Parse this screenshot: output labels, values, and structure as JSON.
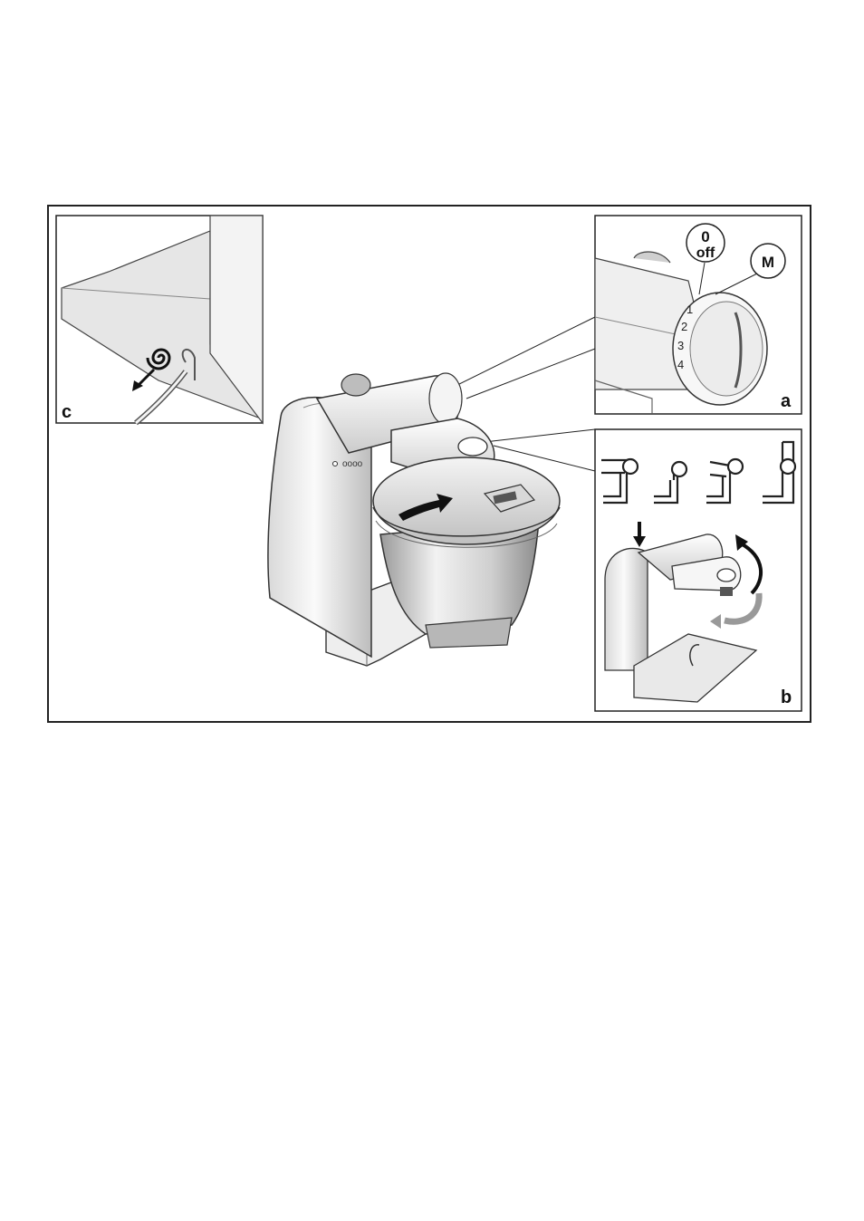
{
  "figure": {
    "panels": {
      "a": {
        "letter": "a",
        "callout_off_top": "0",
        "callout_off_bottom": "off",
        "callout_m": "M",
        "dial_marks": [
          "1",
          "2",
          "3",
          "4"
        ]
      },
      "b": {
        "letter": "b"
      },
      "c": {
        "letter": "c"
      }
    },
    "mixer": {
      "buttons_label": "oooo"
    }
  }
}
